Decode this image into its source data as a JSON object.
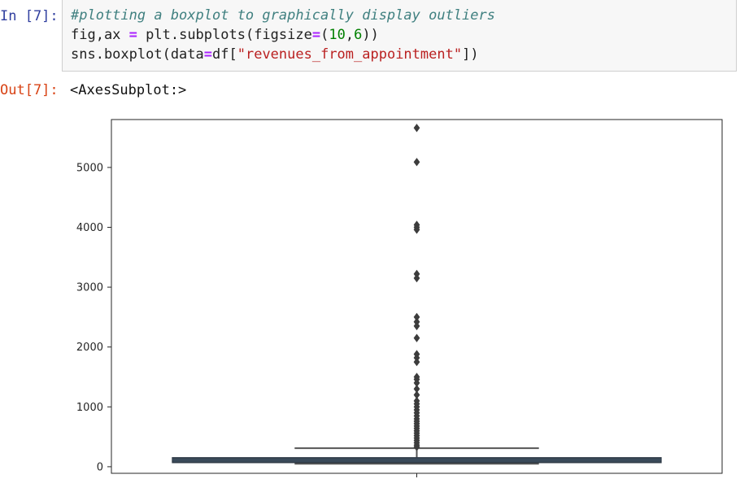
{
  "notebook": {
    "input_prompt": "In [7]:",
    "output_prompt": "Out[7]:",
    "code": {
      "comment": "#plotting a boxplot to graphically display outliers",
      "line2_a": "fig,ax ",
      "line2_op": "=",
      "line2_b": " plt.subplots(figsize",
      "line2_op2": "=",
      "line2_c": "(",
      "line2_n1": "10",
      "line2_d": ",",
      "line2_n2": "6",
      "line2_e": "))",
      "line3_a": "sns.boxplot(data",
      "line3_op": "=",
      "line3_b": "df[",
      "line3_str": "\"revenues_from_appointment\"",
      "line3_c": "])"
    },
    "output_text": "<AxesSubplot:>"
  },
  "chart_data": {
    "type": "box",
    "orientation": "vertical",
    "title": "",
    "xlabel": "",
    "ylabel": "",
    "ylim": [
      -110,
      5800
    ],
    "yticks": [
      0,
      1000,
      2000,
      3000,
      4000,
      5000
    ],
    "ytick_labels": [
      "0",
      "1000",
      "2000",
      "3000",
      "4000",
      "5000"
    ],
    "box": {
      "whisker_low": 50,
      "q1": 70,
      "median": 120,
      "q3": 150,
      "whisker_high": 310
    },
    "outliers": [
      5660,
      5090,
      4040,
      4000,
      3960,
      3220,
      3150,
      2500,
      2420,
      2350,
      2150,
      1880,
      1820,
      1750,
      1500,
      1460,
      1400,
      1300,
      1200,
      1100,
      1050,
      1000,
      950,
      900,
      850,
      800,
      760,
      720,
      680,
      640,
      600,
      560,
      520,
      480,
      440,
      400,
      360,
      330
    ],
    "colors": {
      "box": "#3a4a5a",
      "median": "#3a4a5a",
      "whisker": "#555555",
      "outlier": "#3d3d3d"
    },
    "grid": false
  }
}
